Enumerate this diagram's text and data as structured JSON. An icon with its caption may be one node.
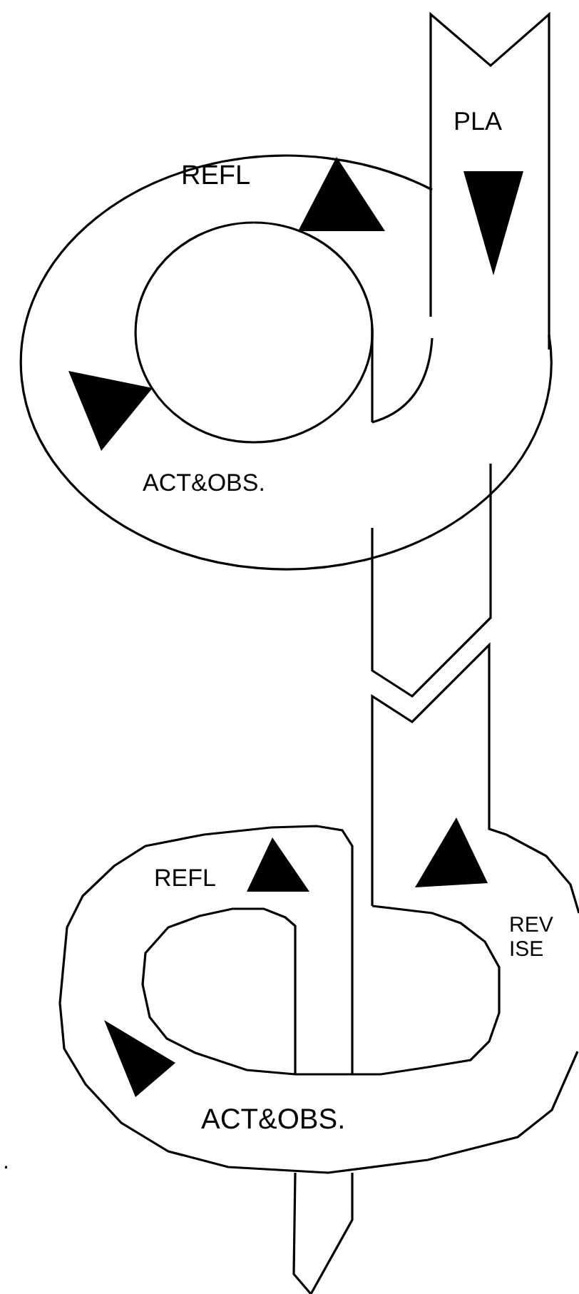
{
  "diagram": {
    "labels": [
      "PLA",
      "REFL",
      "ACT&OBS.",
      "REFL",
      "REV ISE",
      "ACT&OBS.",
      "."
    ]
  }
}
